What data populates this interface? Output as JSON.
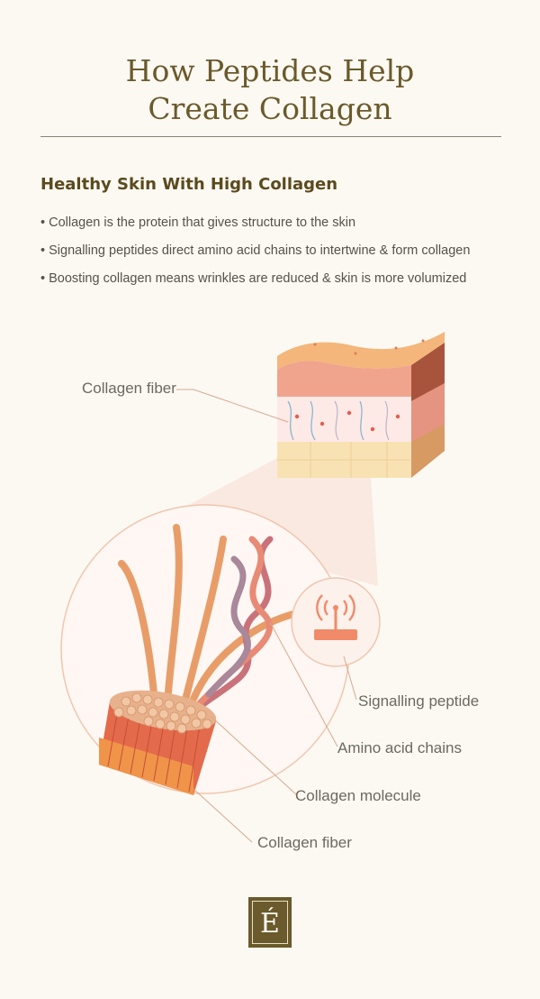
{
  "title": {
    "line1": "How Peptides Help",
    "line2": "Create Collagen"
  },
  "section": {
    "heading": "Healthy Skin With High Collagen",
    "bullets": [
      "Collagen is the protein that gives structure to the skin",
      "Signalling peptides direct amino acid chains to intertwine & form collagen",
      "Boosting collagen means wrinkles are reduced & skin is more volumized"
    ]
  },
  "labels": {
    "collagen_fiber_top": "Collagen fiber",
    "signalling_peptide": "Signalling peptide",
    "amino_acid_chains": "Amino acid chains",
    "collagen_molecule": "Collagen molecule",
    "collagen_fiber_bottom": "Collagen fiber"
  },
  "logo": {
    "letter": "É"
  },
  "colors": {
    "background": "#fcf9f3",
    "title": "#6b5a2b",
    "skin_top": "#f3b779",
    "skin_dermis": "#f0a48e",
    "fat_layer": "#f8e2b4",
    "fiber": "#e89d68",
    "peptide_icon": "#f08a68"
  }
}
